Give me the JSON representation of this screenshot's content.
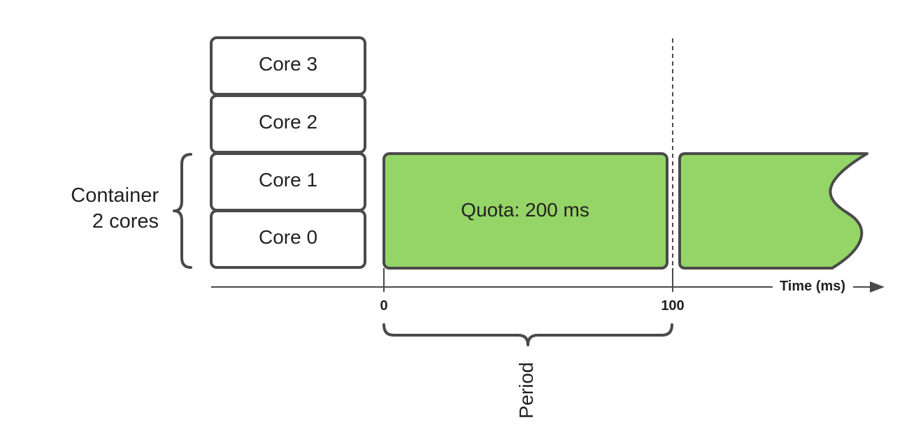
{
  "container": {
    "line1": "Container",
    "line2": "2 cores"
  },
  "cores": [
    {
      "label": "Core 3"
    },
    {
      "label": "Core 2"
    },
    {
      "label": "Core 1"
    },
    {
      "label": "Core 0"
    }
  ],
  "quota": {
    "label": "Quota: 200 ms"
  },
  "axis": {
    "label": "Time (ms)",
    "tick_0": "0",
    "tick_100": "100"
  },
  "period": {
    "label": "Period"
  },
  "colors": {
    "stroke": "#4a4a4a",
    "quota_fill": "#95d466",
    "text": "#222222"
  }
}
